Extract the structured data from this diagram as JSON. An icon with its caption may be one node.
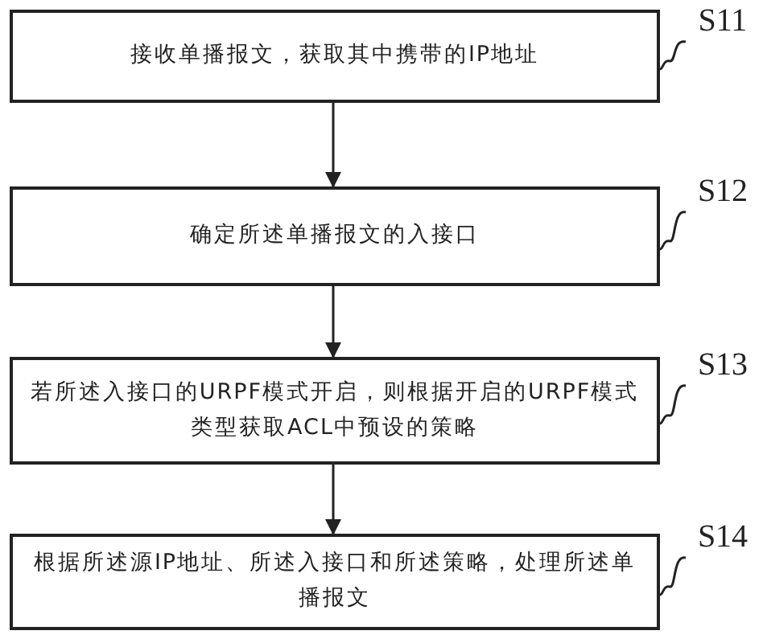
{
  "diagram": {
    "nodes": [
      {
        "text": [
          "接收单播报文，获取其中携带的IP地址"
        ]
      },
      {
        "text": [
          "确定所述单播报文的入接口"
        ]
      },
      {
        "text": [
          "若所述入接口的URPF模式开启，则根据开启的URPF模式类型获取ACL中预设的策略"
        ]
      },
      {
        "text": [
          "根据所述源IP地址、所述入接口和所述策略，处理所述单播报文"
        ]
      },
      {
        "text": [
          "S11"
        ]
      },
      {
        "text": [
          "S12"
        ]
      },
      {
        "text": [
          "S13"
        ]
      },
      {
        "text": [
          "S14"
        ]
      }
    ],
    "edges": [
      {
        "from": 0,
        "to": 1,
        "arrow": "to"
      },
      {
        "from": 1,
        "to": 2,
        "arrow": "to"
      },
      {
        "from": 2,
        "to": 3,
        "arrow": "to"
      },
      {
        "from": 4,
        "to": 0,
        "arrow": "none"
      },
      {
        "from": 5,
        "to": 1,
        "arrow": "none"
      },
      {
        "from": 6,
        "to": 2,
        "arrow": "none"
      },
      {
        "from": 7,
        "to": 3,
        "arrow": "none"
      }
    ]
  }
}
